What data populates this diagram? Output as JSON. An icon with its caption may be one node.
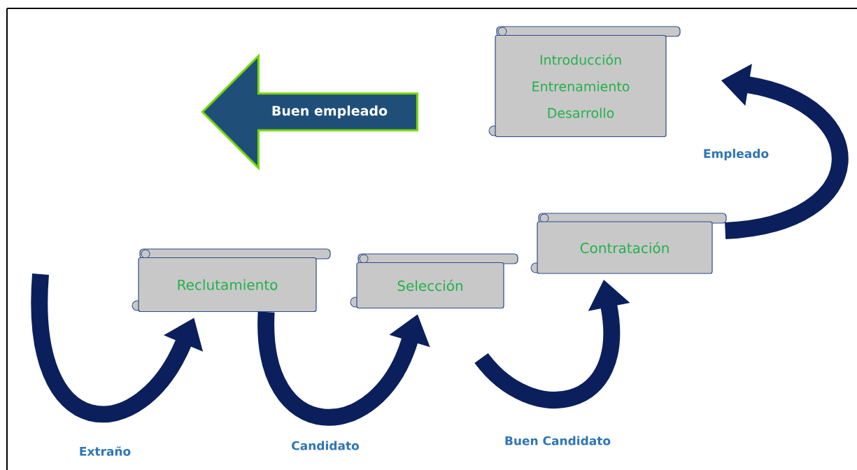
{
  "diagram": {
    "nodes": [
      {
        "text": [
          "Buen empleado"
        ]
      },
      {
        "text": [
          "Introducción",
          "Entrenamiento",
          "Desarrollo"
        ]
      },
      {
        "text": [
          "Reclutamiento"
        ]
      },
      {
        "text": [
          "Selección"
        ]
      },
      {
        "text": [
          "Contratación"
        ]
      }
    ],
    "edges": [
      {
        "from": null,
        "to": 2,
        "arrow": "to",
        "label": "Extraño"
      },
      {
        "from": 2,
        "to": 3,
        "arrow": "to",
        "label": "Candidato"
      },
      {
        "from": null,
        "to": 4,
        "arrow": "to",
        "label": "Buen Candidato"
      },
      {
        "from": 4,
        "to": 1,
        "arrow": "to",
        "label": "Empleado"
      }
    ]
  }
}
